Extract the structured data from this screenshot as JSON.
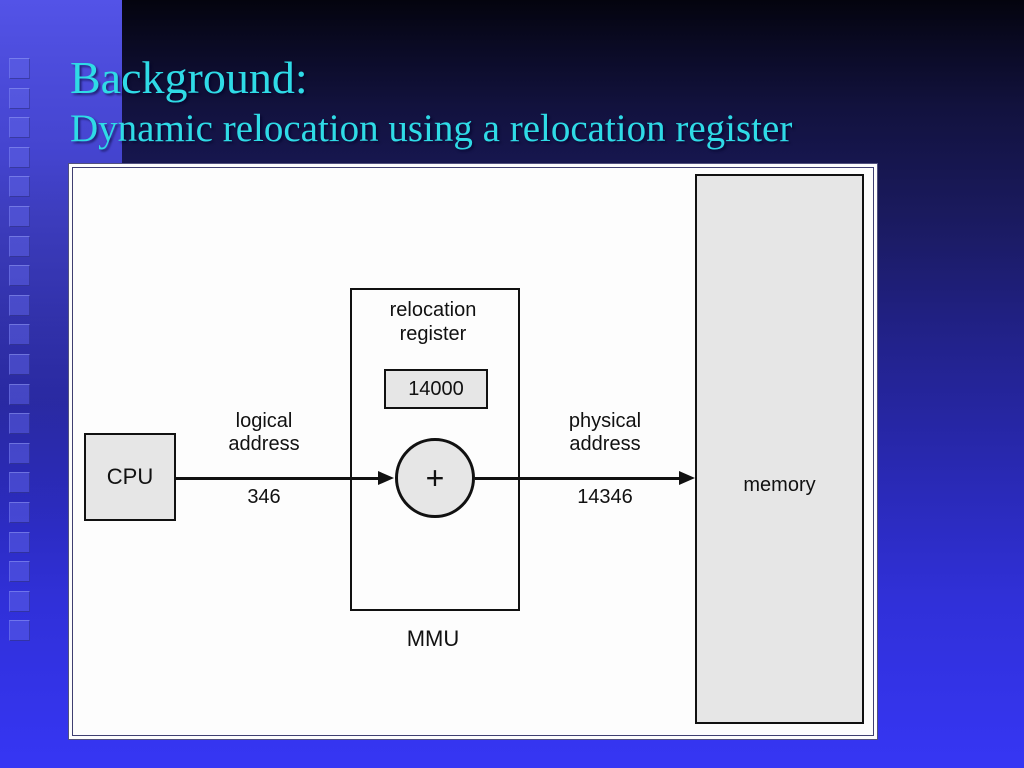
{
  "slide": {
    "title_line1": "Background:",
    "title_line2": "Dynamic relocation using a relocation register"
  },
  "diagram": {
    "cpu_label": "CPU",
    "mmu_label": "MMU",
    "memory_label": "memory",
    "adder_symbol": "+",
    "relocation_register": {
      "label_line1": "relocation",
      "label_line2": "register",
      "value": "14000"
    },
    "logical_address": {
      "label_line1": "logical",
      "label_line2": "address",
      "value": "346"
    },
    "physical_address": {
      "label_line1": "physical",
      "label_line2": "address",
      "value": "14346"
    }
  },
  "colors": {
    "title_text": "#2fdbe6",
    "box_fill": "#e6e6e6",
    "diagram_line": "#111111",
    "panel_border": "#3f3f71",
    "background_top": "#04040e",
    "background_bottom": "#3636f4",
    "left_band": "#5a5afa"
  }
}
